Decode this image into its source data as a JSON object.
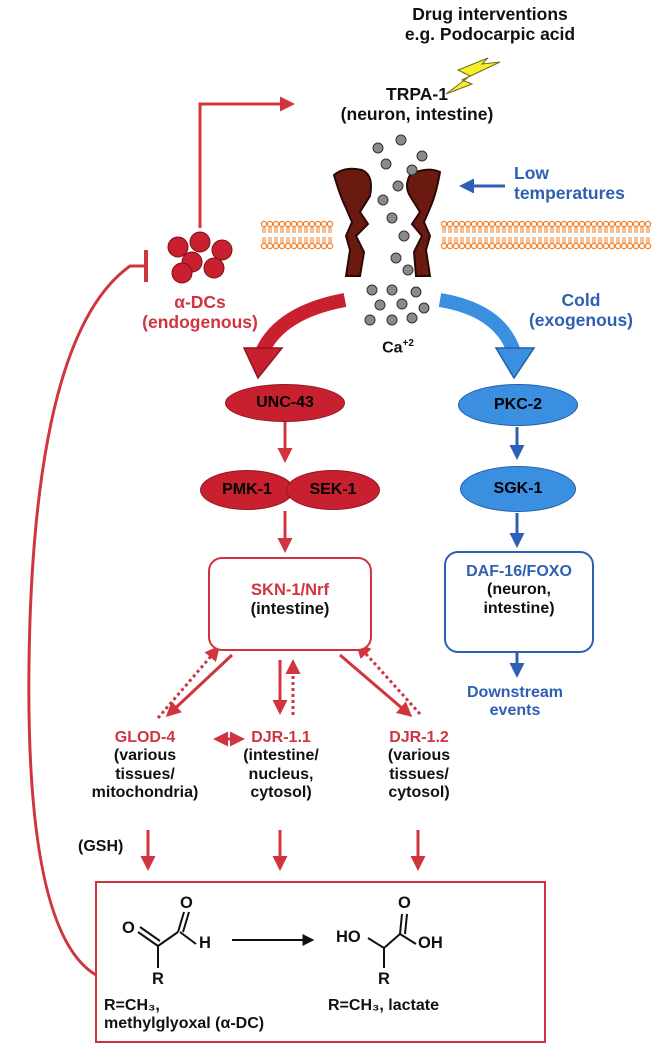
{
  "drug": {
    "line1": "Drug interventions",
    "line2": "e.g. Podocarpic acid"
  },
  "trpa": {
    "line1": "TRPA-1",
    "line2": "(neuron, intestine)"
  },
  "low_temp": {
    "line1": "Low",
    "line2": "temperatures"
  },
  "adcs": {
    "line1": "α-DCs",
    "line2": "(endogenous)"
  },
  "cold": {
    "line1": "Cold",
    "line2": "(exogenous)"
  },
  "ca": {
    "base": "Ca",
    "sup": "+2"
  },
  "nodes": {
    "unc43": "UNC-43",
    "pmk1": "PMK-1",
    "sek1": "SEK-1",
    "pkc2": "PKC-2",
    "sgk1": "SGK-1"
  },
  "skn": {
    "line1": "SKN-1/Nrf",
    "line2": "(intestine)"
  },
  "daf": {
    "line1": "DAF-16/FOXO",
    "line2": "(neuron,",
    "line3": "intestine)"
  },
  "downstream": {
    "line1": "Downstream",
    "line2": "events"
  },
  "glod4": {
    "name": "GLOD-4",
    "line1": "(various",
    "line2": "tissues/",
    "line3": "mitochondria)"
  },
  "djr11": {
    "name": "DJR-1.1",
    "line1": "(intestine/",
    "line2": "nucleus,",
    "line3": "cytosol)"
  },
  "djr12": {
    "name": "DJR-1.2",
    "line1": "(various",
    "line2": "tissues/",
    "line3": "cytosol)"
  },
  "gsh": "(GSH)",
  "reaction": {
    "left_O": "O",
    "left_O2": "O",
    "left_H": "H",
    "left_R": "R",
    "right_HO": "HO",
    "right_O": "O",
    "right_OH": "OH",
    "right_R": "R",
    "left_caption_1": "R=CH₃,",
    "left_caption_2": "methylglyoxal (α-DC)",
    "right_caption": "R=CH₃, lactate"
  },
  "colors": {
    "red": "#d0343f",
    "blue": "#2f5fb4",
    "membrane": "#f07f2a",
    "channel": "#6a1a10",
    "bolt": "#f7ee2a"
  }
}
